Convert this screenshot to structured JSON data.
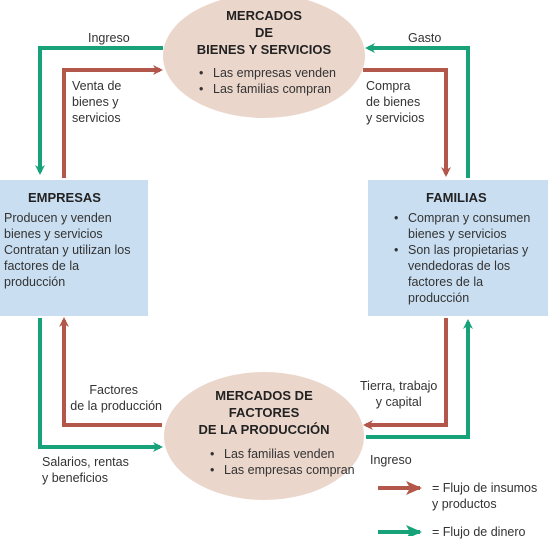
{
  "top_market": {
    "title_lines": [
      "MERCADOS",
      "DE",
      "BIENES Y SERVICIOS"
    ],
    "bullets": [
      "Las empresas venden",
      "Las familias compran"
    ]
  },
  "bottom_market": {
    "title_lines": [
      "MERCADOS DE",
      "FACTORES",
      "DE LA PRODUCCIÓN"
    ],
    "bullets": [
      "Las familias venden",
      "Las empresas compran"
    ]
  },
  "firms": {
    "title": "EMPRESAS",
    "lines": [
      "Producen y venden",
      "bienes y servicios",
      "Contratan y utilizan los",
      "factores de la",
      "producción"
    ]
  },
  "households": {
    "title": "FAMILIAS",
    "bullets": [
      "Compran y consumen bienes y servicios",
      "Son las propietarias y vendedoras de los factores de la producción"
    ]
  },
  "flow_labels": {
    "ingreso_top": "Ingreso",
    "gasto": "Gasto",
    "venta": [
      "Venta de",
      "bienes y",
      "servicios"
    ],
    "compra": [
      "Compra",
      "de bienes",
      "y servicios"
    ],
    "factores": [
      "Factores",
      "de la producción"
    ],
    "tierra": [
      "Tierra, trabajo",
      "y capital"
    ],
    "salarios": [
      "Salarios, rentas",
      "y beneficios"
    ],
    "ingreso_bottom": "Ingreso"
  },
  "legend": {
    "goods_flow": "= Flujo de insumos y productos",
    "money_flow": "= Flujo de dinero"
  },
  "colors": {
    "goods_arrow": "#b3574a",
    "money_arrow": "#17a27a",
    "ellipse_fill": "#ead6cb",
    "box_fill": "#c9def1"
  }
}
